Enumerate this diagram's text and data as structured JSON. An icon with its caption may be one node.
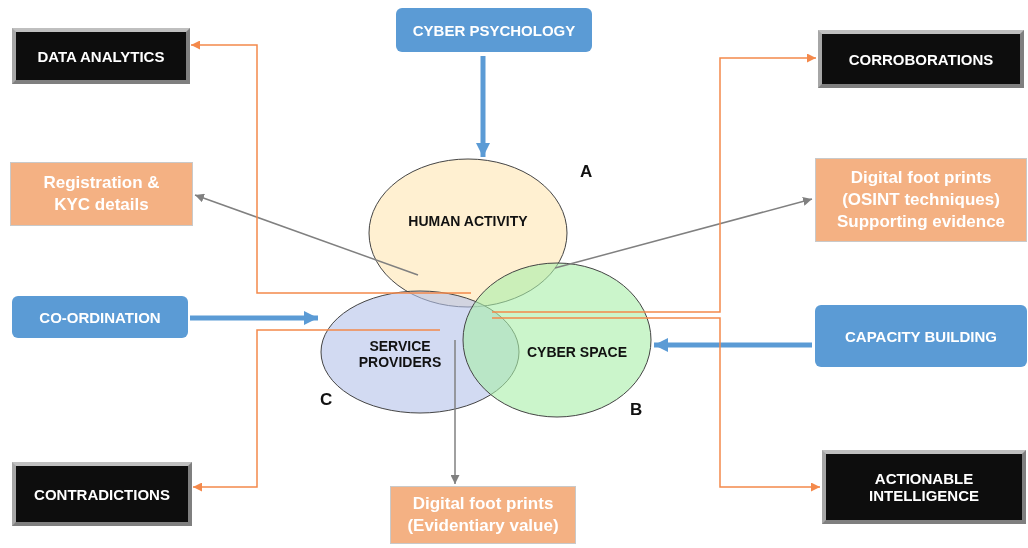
{
  "diagram": {
    "nodes": [
      {
        "text": [
          "CYBER PSYCHOLOGY"
        ]
      },
      {
        "text": [
          "DATA ANALYTICS"
        ]
      },
      {
        "text": [
          "CORROBORATIONS"
        ]
      },
      {
        "text": [
          "Registration & KYC details"
        ]
      },
      {
        "text": [
          "HUMAN ACTIVITY"
        ],
        "beside": [
          "A"
        ]
      },
      {
        "text": [
          "Digital foot prints (OSINT techniques) Supporting evidence"
        ]
      },
      {
        "text": [
          "CO-ORDINATION"
        ]
      },
      {
        "text": [
          "SERVICE PROVIDERS"
        ],
        "beside": [
          "C"
        ]
      },
      {
        "text": [
          "CYBER SPACE"
        ],
        "beside": [
          "B"
        ]
      },
      {
        "text": [
          "CAPACITY BUILDING"
        ]
      },
      {
        "text": [
          "CONTRADICTIONS"
        ]
      },
      {
        "text": [
          "ACTIONABLE INTELLIGENCE"
        ]
      },
      {
        "text": [
          "Digital foot prints (Evidentiary value)"
        ]
      }
    ],
    "edges": [
      {
        "from": 0,
        "to": 4,
        "arrow": "to",
        "style": "thick",
        "color": "#5b9bd5"
      },
      {
        "from": 6,
        "to": 7,
        "arrow": "to",
        "style": "thick",
        "color": "#5b9bd5"
      },
      {
        "from": 9,
        "to": 8,
        "arrow": "to",
        "style": "thick",
        "color": "#5b9bd5"
      },
      {
        "from": 4,
        "to": 3,
        "arrow": "to",
        "color": "#808080"
      },
      {
        "from": 8,
        "to": 5,
        "arrow": "to",
        "color": "#808080"
      },
      {
        "from": 7,
        "to": 12,
        "arrow": "to",
        "color": "#808080"
      },
      {
        "from": 4,
        "to": 1,
        "arrow": "to",
        "color": "#f4894b"
      },
      {
        "from": 8,
        "to": 2,
        "arrow": "to",
        "color": "#f4894b"
      },
      {
        "from": 7,
        "to": 10,
        "arrow": "to",
        "color": "#f4894b"
      },
      {
        "from": 8,
        "to": 11,
        "arrow": "to",
        "color": "#f4894b"
      }
    ]
  }
}
